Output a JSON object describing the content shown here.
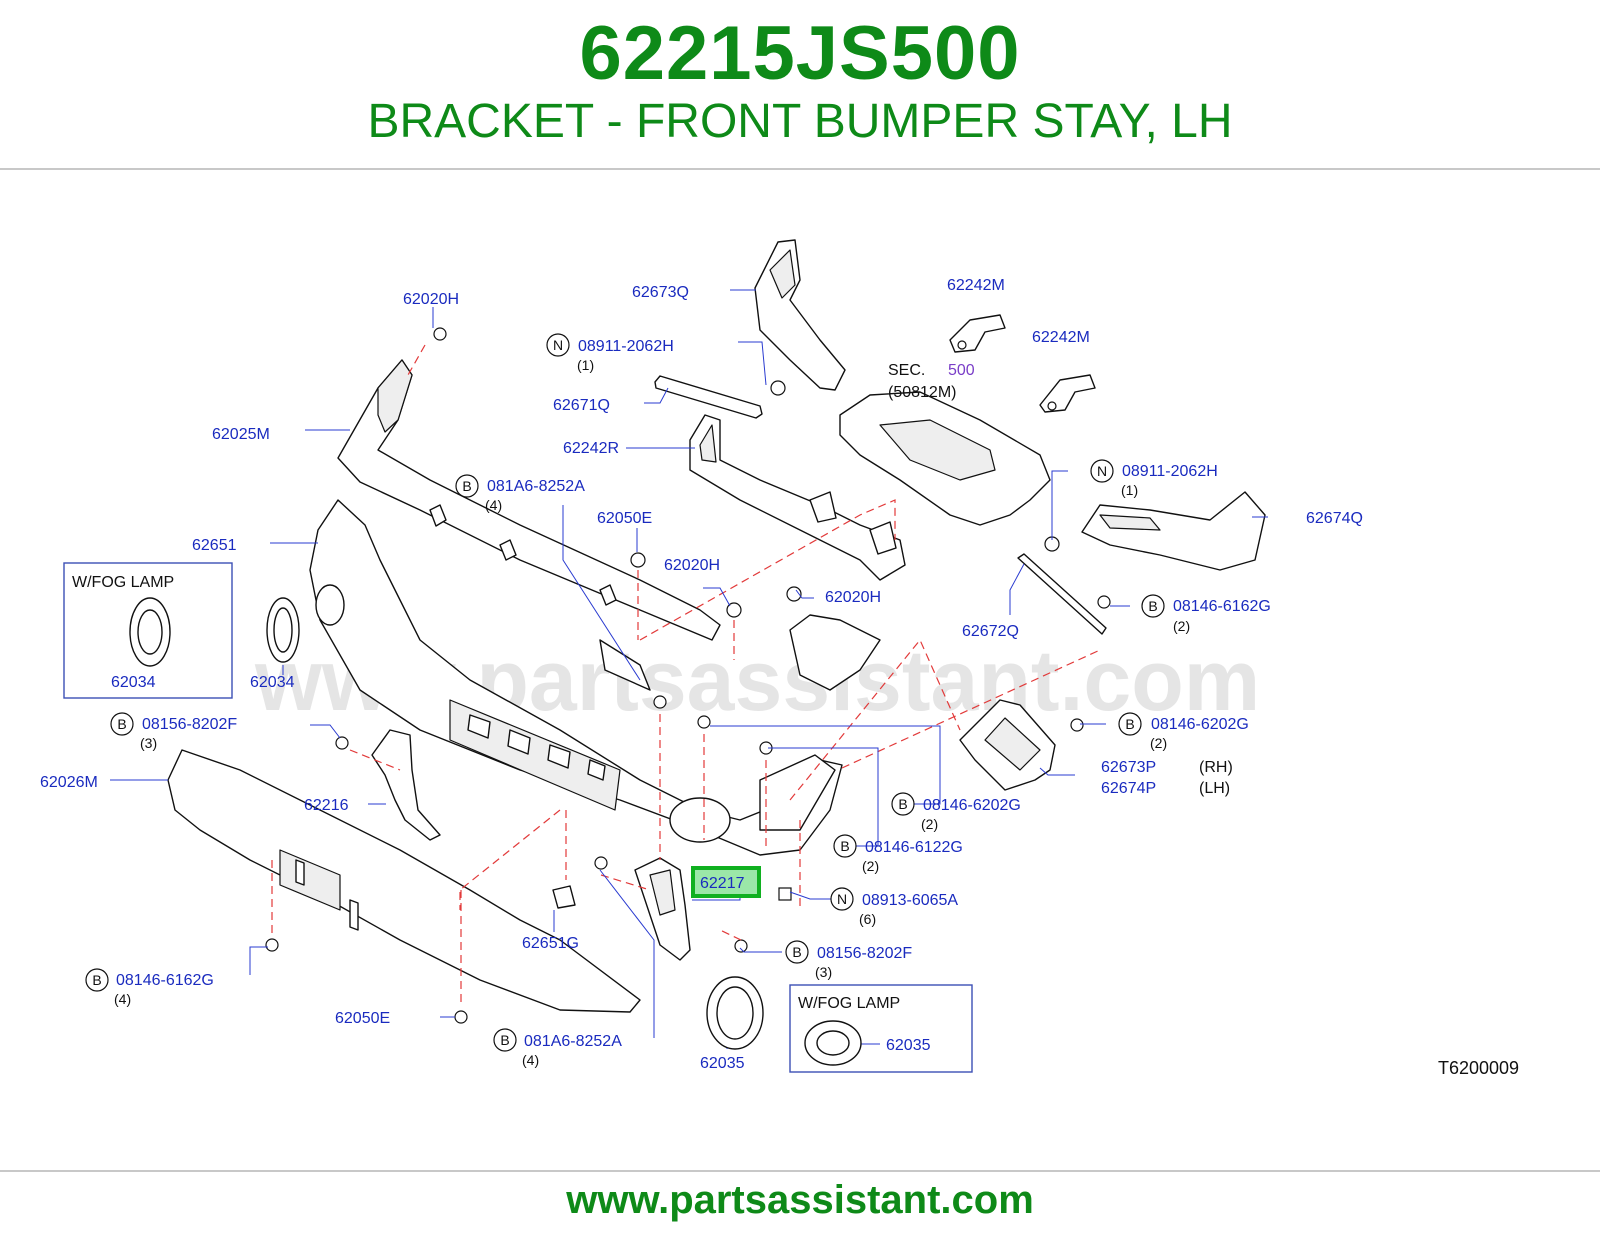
{
  "header": {
    "part_number": "62215JS500",
    "part_title": "BRACKET - FRONT BUMPER STAY, LH"
  },
  "footer": {
    "url": "www.partsassistant.com"
  },
  "diagram": {
    "watermark": "www.partsassistant.com",
    "diagram_code": "T6200009",
    "highlighted_callout": "62217",
    "sec_label": "SEC.",
    "sec_number": "500",
    "sec_ref": "(50812M)",
    "rh_label": "(RH)",
    "lh_label": "(LH)",
    "fog_box_1_title": "W/FOG   LAMP",
    "fog_box_2_title": "W/FOG   LAMP",
    "callouts": [
      {
        "id": "c1",
        "text": "62020H"
      },
      {
        "id": "c2",
        "text": "62673Q"
      },
      {
        "id": "c3",
        "text": "62242M"
      },
      {
        "id": "c4",
        "text": "62242M"
      },
      {
        "id": "c5",
        "text": "08911-2062H",
        "prefix": "N",
        "qty": "(1)"
      },
      {
        "id": "c6",
        "text": "62671Q"
      },
      {
        "id": "c7",
        "text": "62025M"
      },
      {
        "id": "c8",
        "text": "62242R"
      },
      {
        "id": "c9",
        "text": "08911-2062H",
        "prefix": "N",
        "qty": "(1)"
      },
      {
        "id": "c10",
        "text": "081A6-8252A",
        "prefix": "B",
        "qty": "(4)"
      },
      {
        "id": "c11",
        "text": "62674Q"
      },
      {
        "id": "c12",
        "text": "62050E"
      },
      {
        "id": "c13",
        "text": "62651"
      },
      {
        "id": "c14",
        "text": "62020H"
      },
      {
        "id": "c15",
        "text": "62020H"
      },
      {
        "id": "c16",
        "text": "08146-6162G",
        "prefix": "B",
        "qty": "(2)"
      },
      {
        "id": "c17",
        "text": "62672Q"
      },
      {
        "id": "c18",
        "text": "62034"
      },
      {
        "id": "c19",
        "text": "62034"
      },
      {
        "id": "c20",
        "text": "08156-8202F",
        "prefix": "B",
        "qty": "(3)"
      },
      {
        "id": "c21",
        "text": "08146-6202G",
        "prefix": "B",
        "qty": "(2)"
      },
      {
        "id": "c22",
        "text": "62673P"
      },
      {
        "id": "c23",
        "text": "62674P"
      },
      {
        "id": "c24",
        "text": "62026M"
      },
      {
        "id": "c25",
        "text": "62216"
      },
      {
        "id": "c26",
        "text": "08146-6202G",
        "prefix": "B",
        "qty": "(2)"
      },
      {
        "id": "c27",
        "text": "08146-6122G",
        "prefix": "B",
        "qty": "(2)"
      },
      {
        "id": "c28",
        "text": "08913-6065A",
        "prefix": "N",
        "qty": "(6)"
      },
      {
        "id": "c29",
        "text": "62651G"
      },
      {
        "id": "c30",
        "text": "08156-8202F",
        "prefix": "B",
        "qty": "(3)"
      },
      {
        "id": "c31",
        "text": "08146-6162G",
        "prefix": "B",
        "qty": "(4)"
      },
      {
        "id": "c32",
        "text": "62050E"
      },
      {
        "id": "c33",
        "text": "081A6-8252A",
        "prefix": "B",
        "qty": "(4)"
      },
      {
        "id": "c34",
        "text": "62035"
      },
      {
        "id": "c35",
        "text": "62035"
      }
    ]
  },
  "colors": {
    "title_green": "#0e8a18",
    "callout_blue": "#1a2bbf",
    "leader_blue": "#2a3bd0",
    "dashed_red": "#e23a3a",
    "highlight_fill": "#9be7a8",
    "highlight_border": "#10b020"
  }
}
